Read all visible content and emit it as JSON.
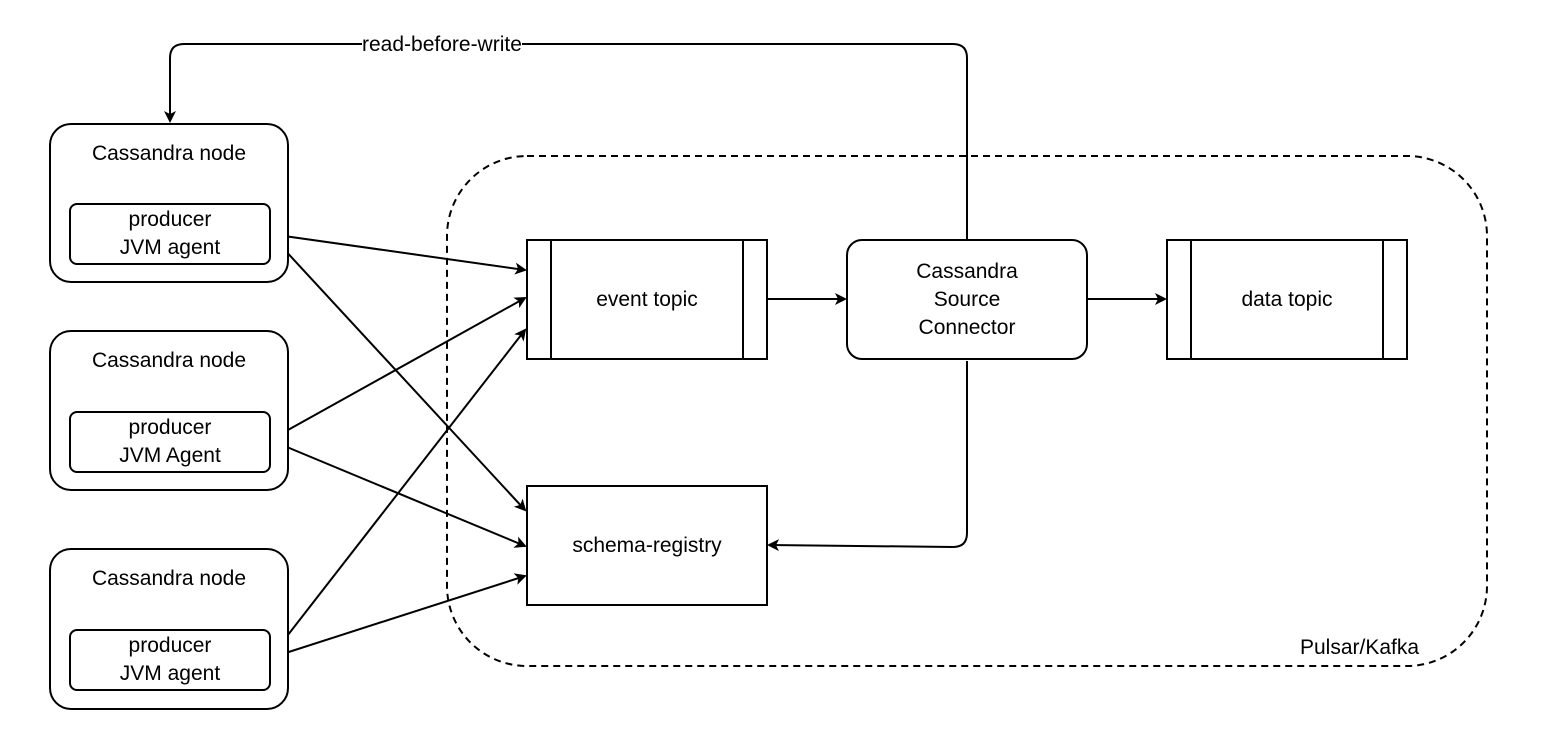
{
  "diagram": {
    "cluster": {
      "label": "Pulsar/Kafka"
    },
    "nodes": [
      {
        "title": "Cassandra node",
        "agent_line1": "producer",
        "agent_line2": "JVM agent"
      },
      {
        "title": "Cassandra node",
        "agent_line1": "producer",
        "agent_line2": "JVM Agent"
      },
      {
        "title": "Cassandra node",
        "agent_line1": "producer",
        "agent_line2": "JVM agent"
      }
    ],
    "event_topic": {
      "label": "event topic"
    },
    "data_topic": {
      "label": "data topic"
    },
    "connector": {
      "line1": "Cassandra",
      "line2": "Source",
      "line3": "Connector"
    },
    "schema_registry": {
      "label": "schema-registry"
    },
    "edges": {
      "read_before_write": "read-before-write"
    }
  }
}
